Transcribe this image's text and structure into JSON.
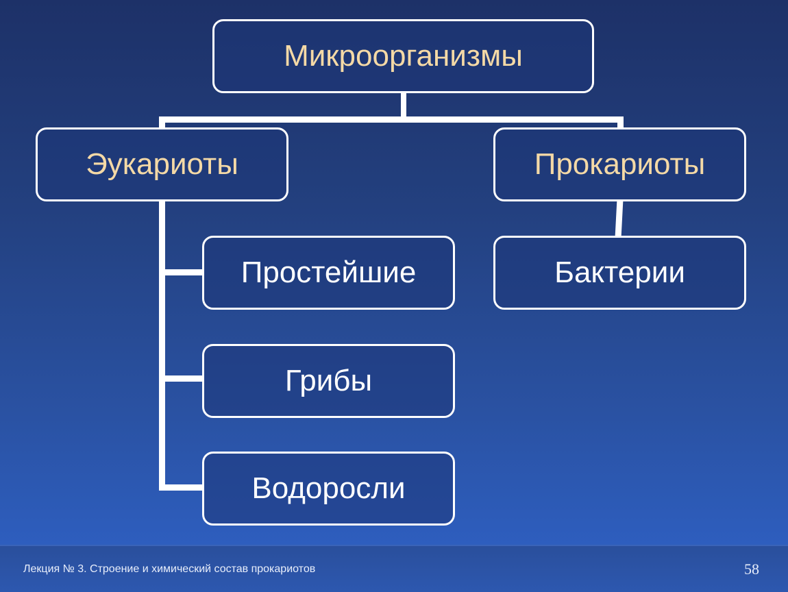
{
  "diagram": {
    "root": "Микроорганизмы",
    "left_branch": "Эукариоты",
    "right_branch": "Прокариоты",
    "left_children": [
      "Простейшие",
      "Грибы",
      "Водоросли"
    ],
    "right_children": [
      "Бактерии"
    ]
  },
  "footer": {
    "caption": "Лекция № 3. Строение и химический  состав прокариотов",
    "page_number": "58"
  },
  "colors": {
    "box_text_accent": "#f4d9a6",
    "box_text": "#ffffff",
    "connector": "#ffffff",
    "background_top": "#1d3168",
    "background_bottom": "#2f62c8"
  }
}
